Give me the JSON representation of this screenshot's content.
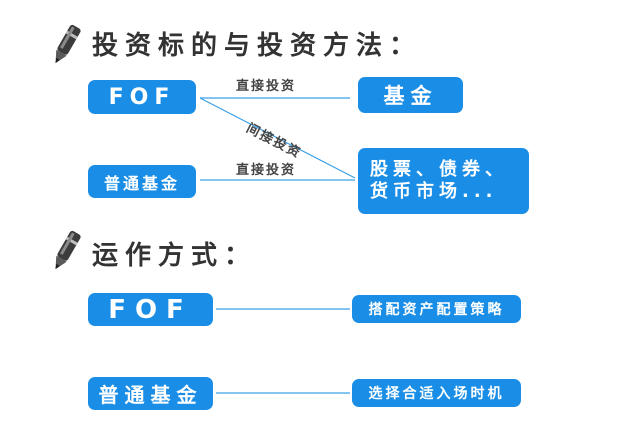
{
  "colors": {
    "accent": "#1a8ee6",
    "line": "#3aa0e8",
    "heading": "#333333"
  },
  "icons": {
    "section_marker": "pen-icon"
  },
  "section1": {
    "title": "投资标的与投资方法：",
    "fof_box": "FOF",
    "fund_box": "基金",
    "mutual_fund_box": "普通基金",
    "securities_box": [
      "股票、债券、",
      "货币市场..."
    ],
    "edge_direct_top": "直接投资",
    "edge_indirect": "间接投资",
    "edge_direct_bottom": "直接投资"
  },
  "section2": {
    "title": "运作方式：",
    "fof_box": "FOF",
    "fof_desc": "搭配资产配置策略",
    "mutual_fund_box": "普通基金",
    "mutual_fund_desc": "选择合适入场时机"
  }
}
